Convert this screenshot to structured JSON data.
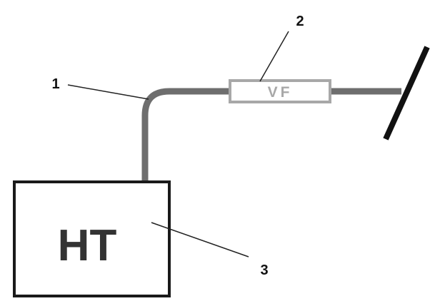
{
  "ht_box": {
    "label": "HT"
  },
  "vf_box": {
    "label": "VF"
  },
  "callouts": [
    {
      "number": "1"
    },
    {
      "number": "2"
    },
    {
      "number": "3"
    }
  ],
  "colors": {
    "cable": "#6e6e6e",
    "box_outline": "#1a1a1a",
    "vf_outline": "#a8a8a8",
    "wall_line": "#111111",
    "leader_line": "#222222"
  }
}
